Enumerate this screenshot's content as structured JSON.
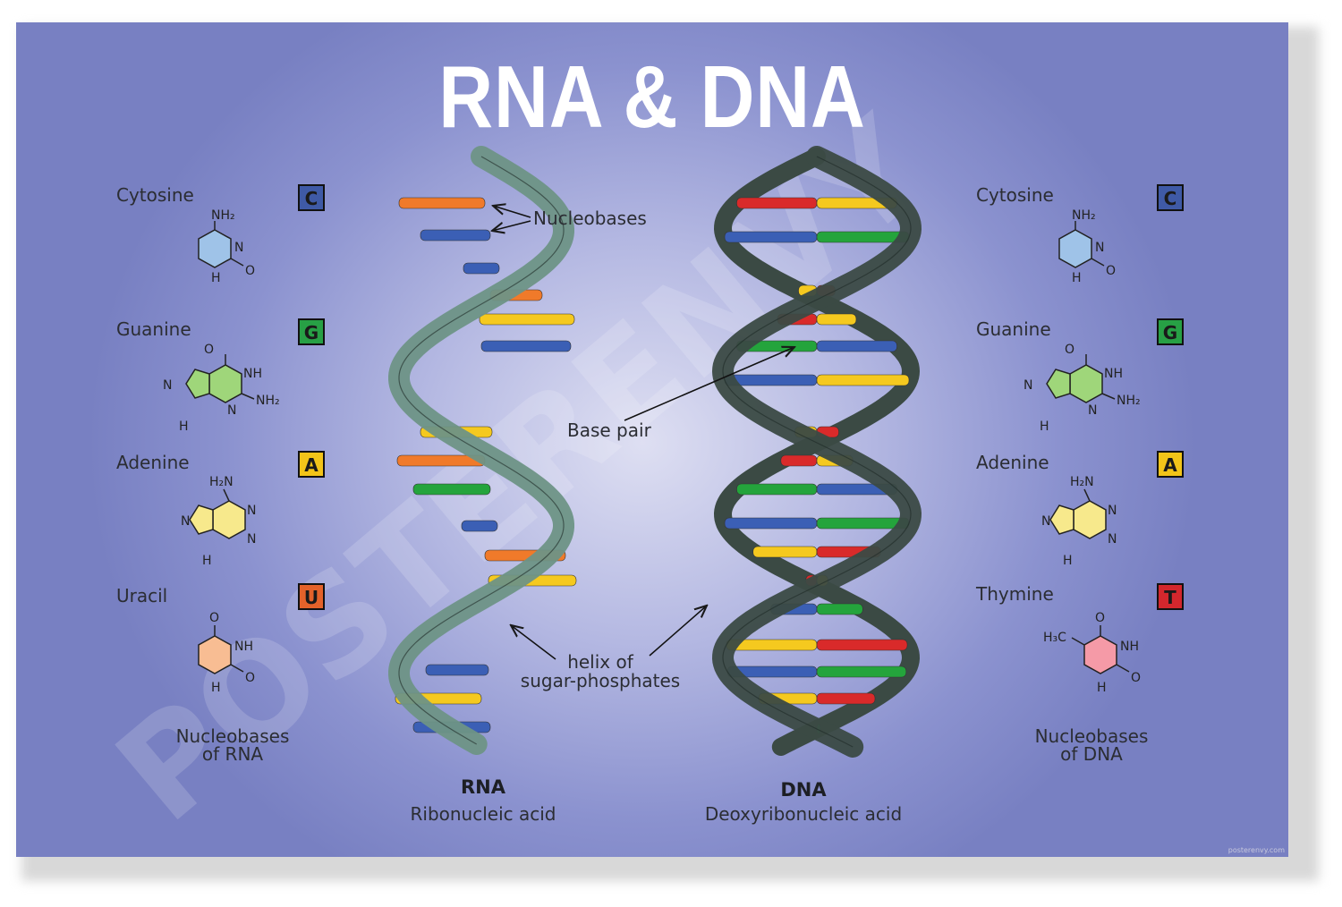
{
  "title": "RNA & DNA",
  "watermark": "POSTERENVY",
  "rna_nucleobases": [
    {
      "name": "Cytosine",
      "letter": "C",
      "color": "#3f5aa6",
      "fill": "#9fc3e8"
    },
    {
      "name": "Guanine",
      "letter": "G",
      "color": "#27a045",
      "fill": "#9fd67a"
    },
    {
      "name": "Adenine",
      "letter": "A",
      "color": "#f2c419",
      "fill": "#f7e98c"
    },
    {
      "name": "Uracil",
      "letter": "U",
      "color": "#e4622a",
      "fill": "#f8bd93"
    }
  ],
  "dna_nucleobases": [
    {
      "name": "Cytosine",
      "letter": "C",
      "color": "#3f5aa6",
      "fill": "#9fc3e8"
    },
    {
      "name": "Guanine",
      "letter": "G",
      "color": "#27a045",
      "fill": "#9fd67a"
    },
    {
      "name": "Adenine",
      "letter": "A",
      "color": "#f2c419",
      "fill": "#f7e98c"
    },
    {
      "name": "Thymine",
      "letter": "T",
      "color": "#d3272d",
      "fill": "#f59aa7"
    }
  ],
  "chem_labels": {
    "nh2": "NH₂",
    "h2n": "H₂N",
    "n": "N",
    "nh": "NH",
    "h": "H",
    "o": "O",
    "h3c": "H₃C"
  },
  "captions": {
    "rna_bases_1": "Nucleobases",
    "rna_bases_2": "of RNA",
    "dna_bases_1": "Nucleobases",
    "dna_bases_2": "of DNA"
  },
  "annotations": {
    "nucleobases": "Nucleobases",
    "base_pair": "Base pair",
    "helix_1": "helix of",
    "helix_2": "sugar-phosphates"
  },
  "rna": {
    "short": "RNA",
    "long": "Ribonucleic acid"
  },
  "dna": {
    "short": "DNA",
    "long": "Deoxyribonucleic acid"
  },
  "helix_colors": {
    "rna_backbone": "#6e9386",
    "dna_backbone": "#3b4a44",
    "orange": "#f07a2a",
    "yellow": "#f5c91f",
    "blue": "#3b5fb5",
    "green": "#24a43c",
    "red": "#d92a2a"
  },
  "footer_mark": "posterenvy.com"
}
